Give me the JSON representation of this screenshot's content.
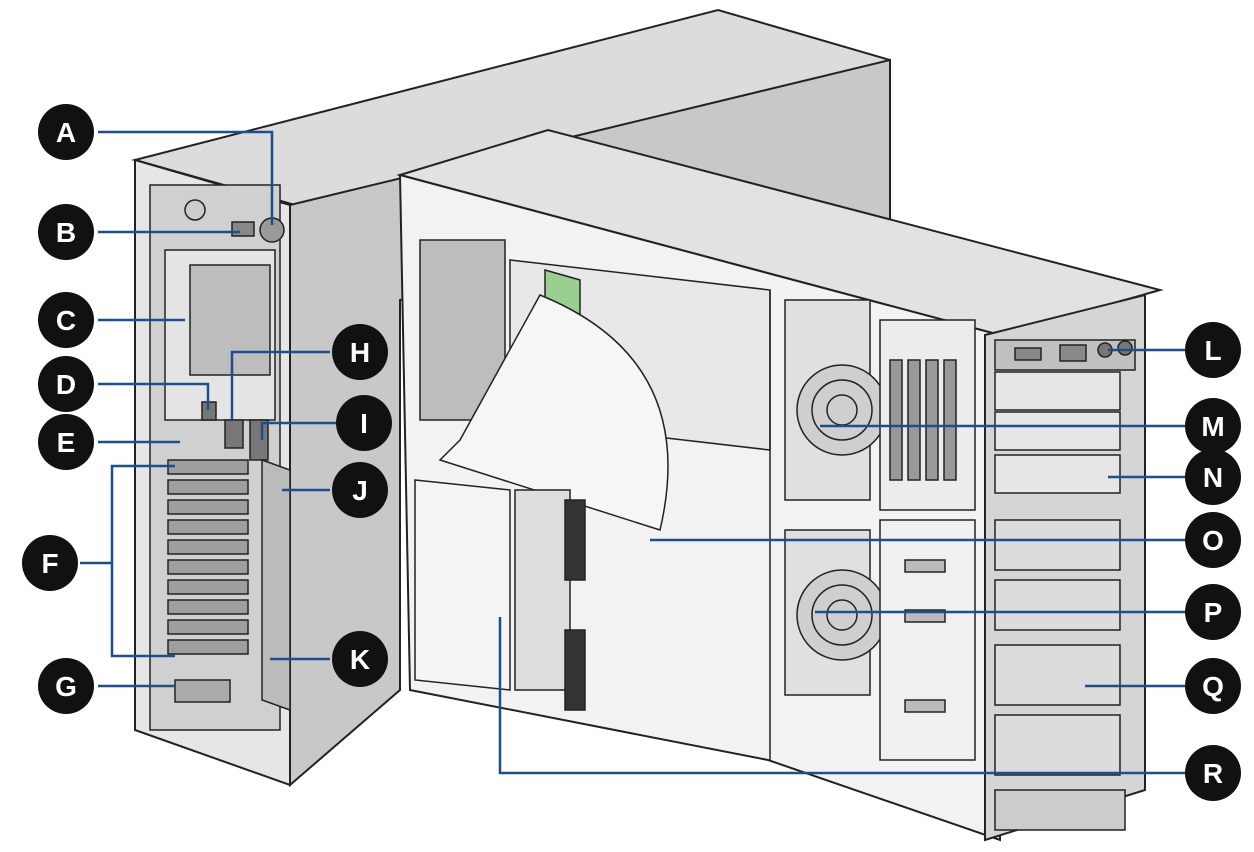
{
  "figure": {
    "callouts": [
      {
        "id": "A",
        "letter": "A"
      },
      {
        "id": "B",
        "letter": "B"
      },
      {
        "id": "C",
        "letter": "C"
      },
      {
        "id": "D",
        "letter": "D"
      },
      {
        "id": "E",
        "letter": "E"
      },
      {
        "id": "F",
        "letter": "F"
      },
      {
        "id": "G",
        "letter": "G"
      },
      {
        "id": "H",
        "letter": "H"
      },
      {
        "id": "I",
        "letter": "I"
      },
      {
        "id": "J",
        "letter": "J"
      },
      {
        "id": "K",
        "letter": "K"
      },
      {
        "id": "L",
        "letter": "L"
      },
      {
        "id": "M",
        "letter": "M"
      },
      {
        "id": "N",
        "letter": "N"
      },
      {
        "id": "O",
        "letter": "O"
      },
      {
        "id": "P",
        "letter": "P"
      },
      {
        "id": "Q",
        "letter": "Q"
      },
      {
        "id": "R",
        "letter": "R"
      }
    ],
    "colors": {
      "callout_fill": "#111111",
      "callout_text": "#ffffff",
      "leader_line": "#1f4e8c",
      "chassis_fill": "#d9d9d9",
      "chassis_stroke": "#222222"
    }
  }
}
